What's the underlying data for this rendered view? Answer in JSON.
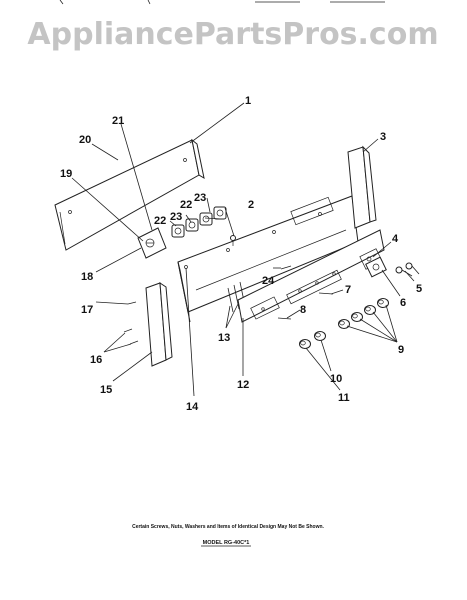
{
  "watermark": "AppliancePartsPros.com",
  "callouts": {
    "c1": "1",
    "c2": "2",
    "c3": "3",
    "c4": "4",
    "c5": "5",
    "c6": "6",
    "c7": "7",
    "c8": "8",
    "c9": "9",
    "c10": "10",
    "c11": "11",
    "c12": "12",
    "c13": "13",
    "c14": "14",
    "c15": "15",
    "c16": "16",
    "c17": "17",
    "c18": "18",
    "c19": "19",
    "c20": "20",
    "c21": "21",
    "c22a": "22",
    "c22b": "22",
    "c23a": "23",
    "c23b": "23",
    "c24": "24"
  },
  "footer": {
    "note": "Certain Screws, Nuts, Washers and Items of Identical Design May Not Be Shown.",
    "model": "MODEL RG-40C*1"
  }
}
